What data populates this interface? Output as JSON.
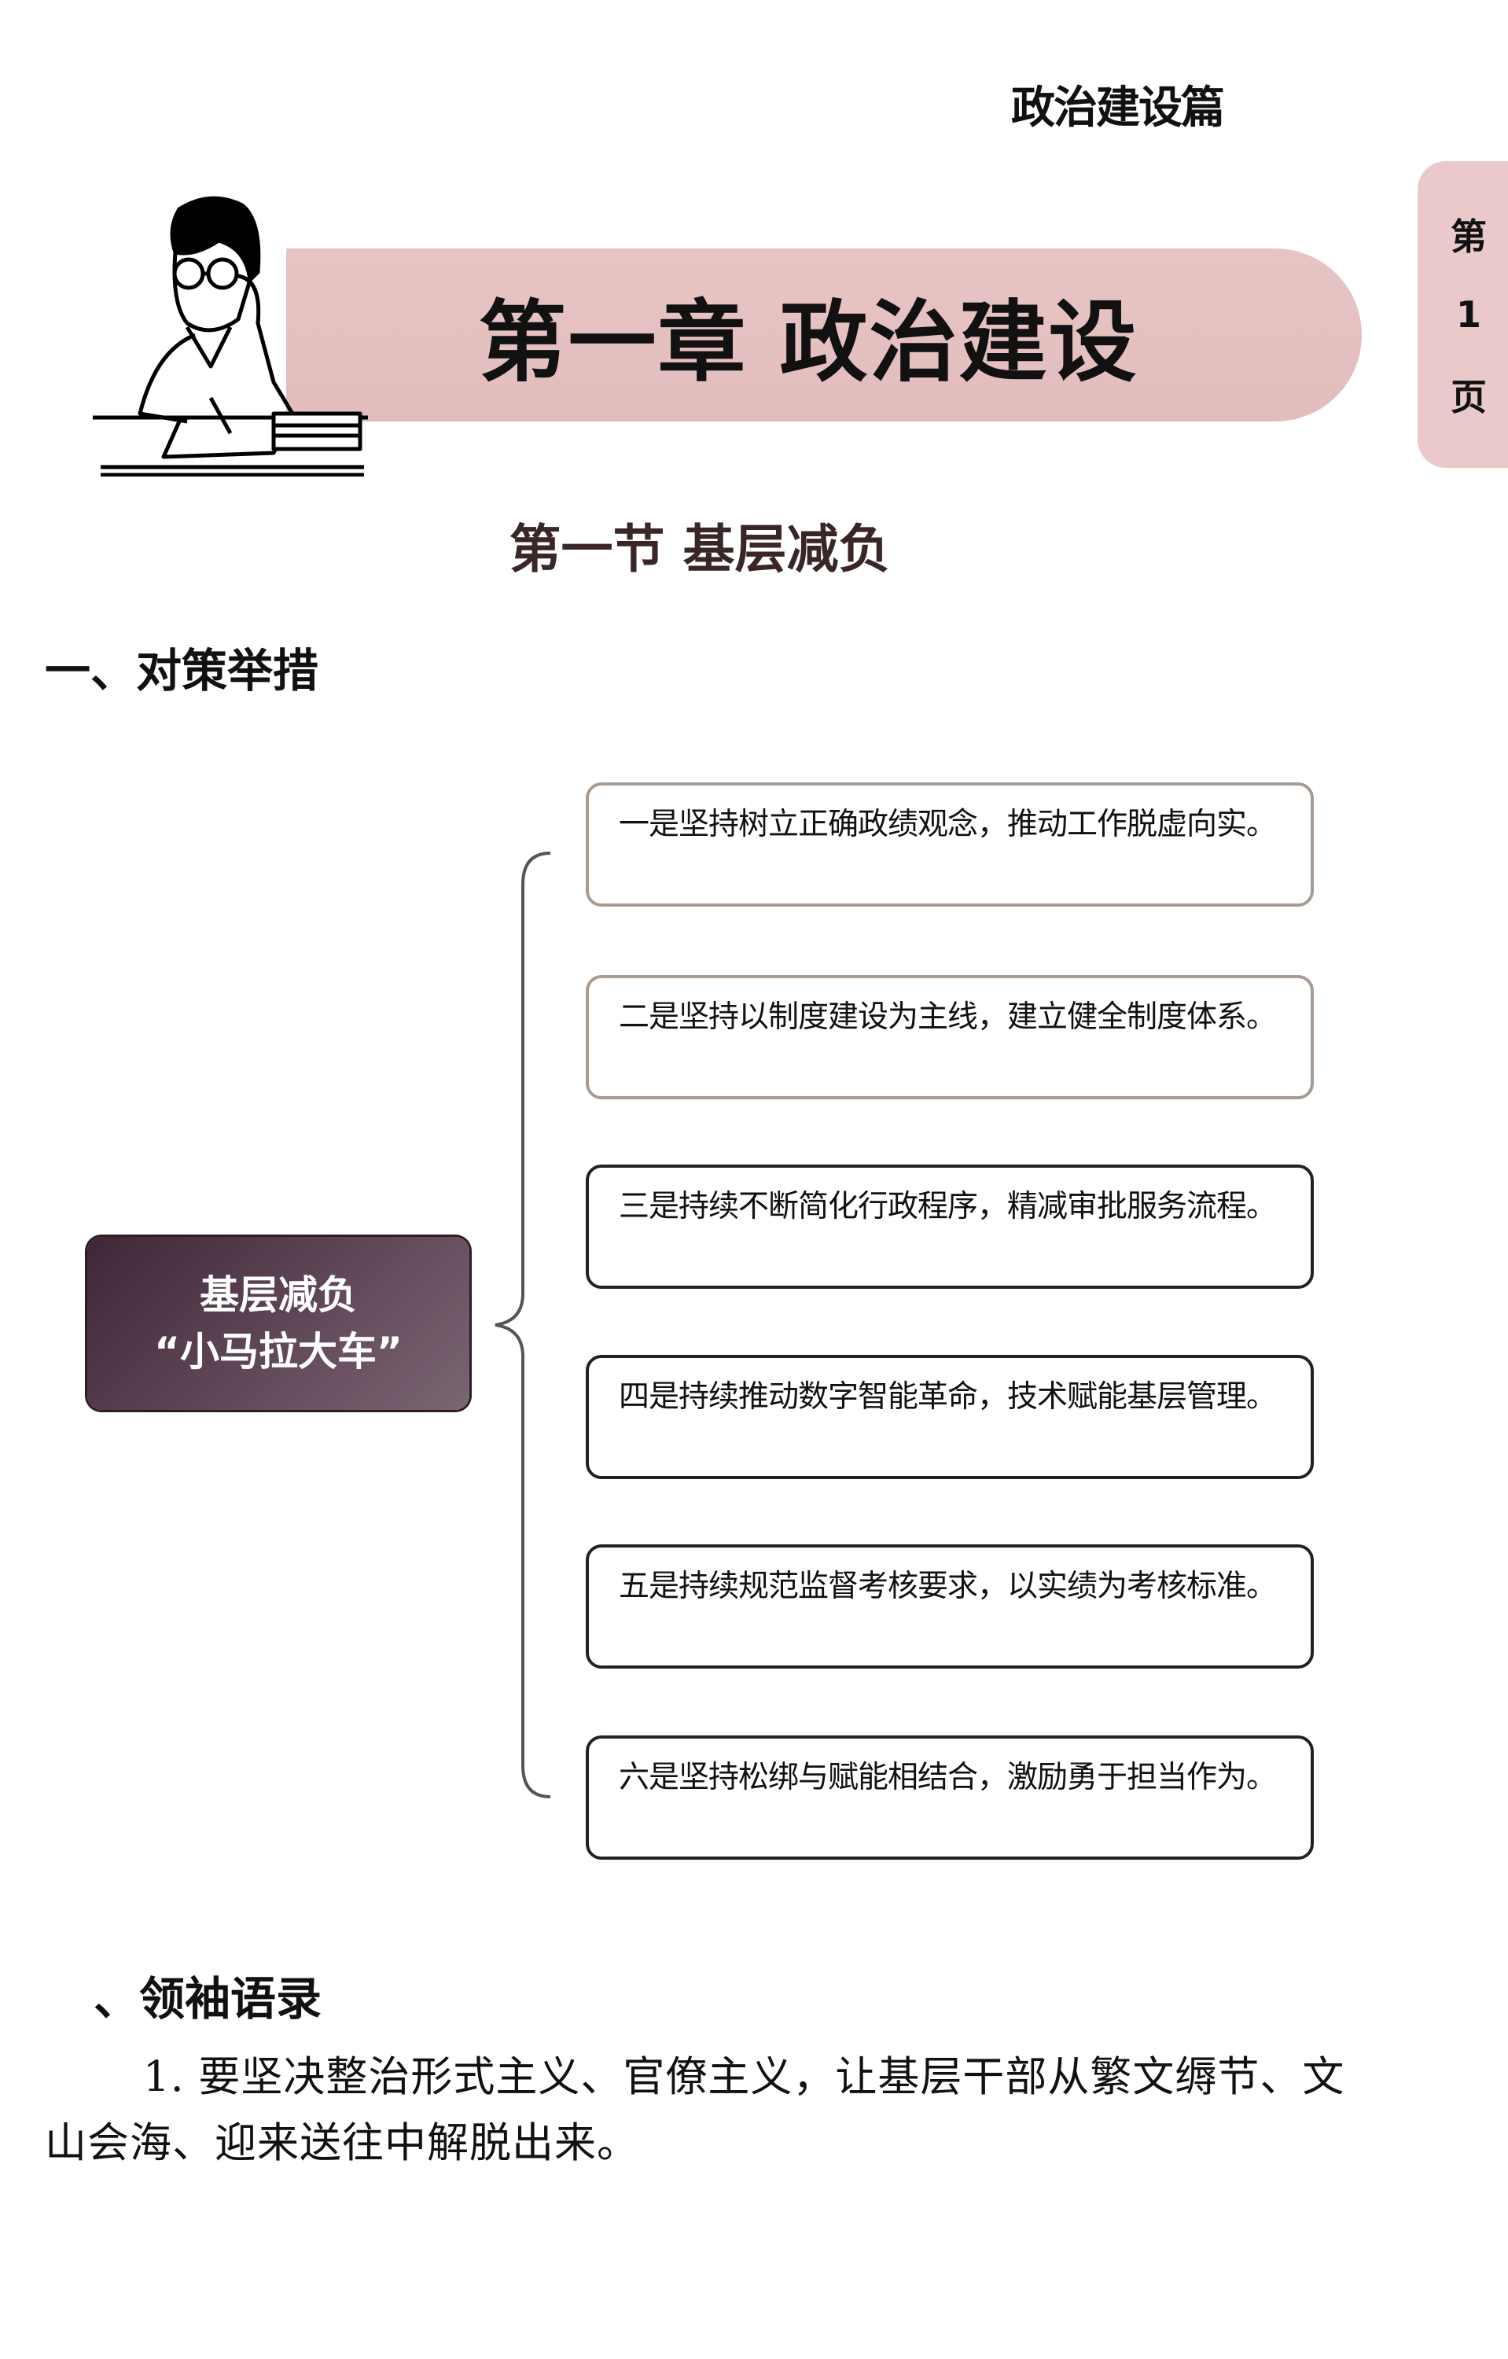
{
  "running_head": "政治建设篇",
  "side_tab": {
    "chars": [
      "第",
      "1",
      "页"
    ],
    "color": "#e9c9c9"
  },
  "chapter_banner": {
    "title": "第一章  政治建设",
    "color": "#e6c2c2"
  },
  "section_title": "第一节  基层减负",
  "headings": {
    "measures": "一、对策举措",
    "quotes": "、领袖语录"
  },
  "mind_map": {
    "center": {
      "line1": "基层减负",
      "line2": "“小马拉大车”"
    },
    "items": [
      "一是坚持树立正确政绩观念，推动工作脱虚向实。",
      "二是坚持以制度建设为主线，建立健全制度体系。",
      "三是持续不断简化行政程序，精减审批服务流程。",
      "四是持续推动数字智能革命，技术赋能基层管理。",
      "五是持续规范监督考核要求，以实绩为考核标准。",
      "六是坚持松绑与赋能相结合，激励勇于担当作为。"
    ]
  },
  "quotes": [
    "1. 要坚决整治形式主义、官僚主义，让基层干部从繁文缛节、文山会海、迎来送往中解脱出来。"
  ]
}
